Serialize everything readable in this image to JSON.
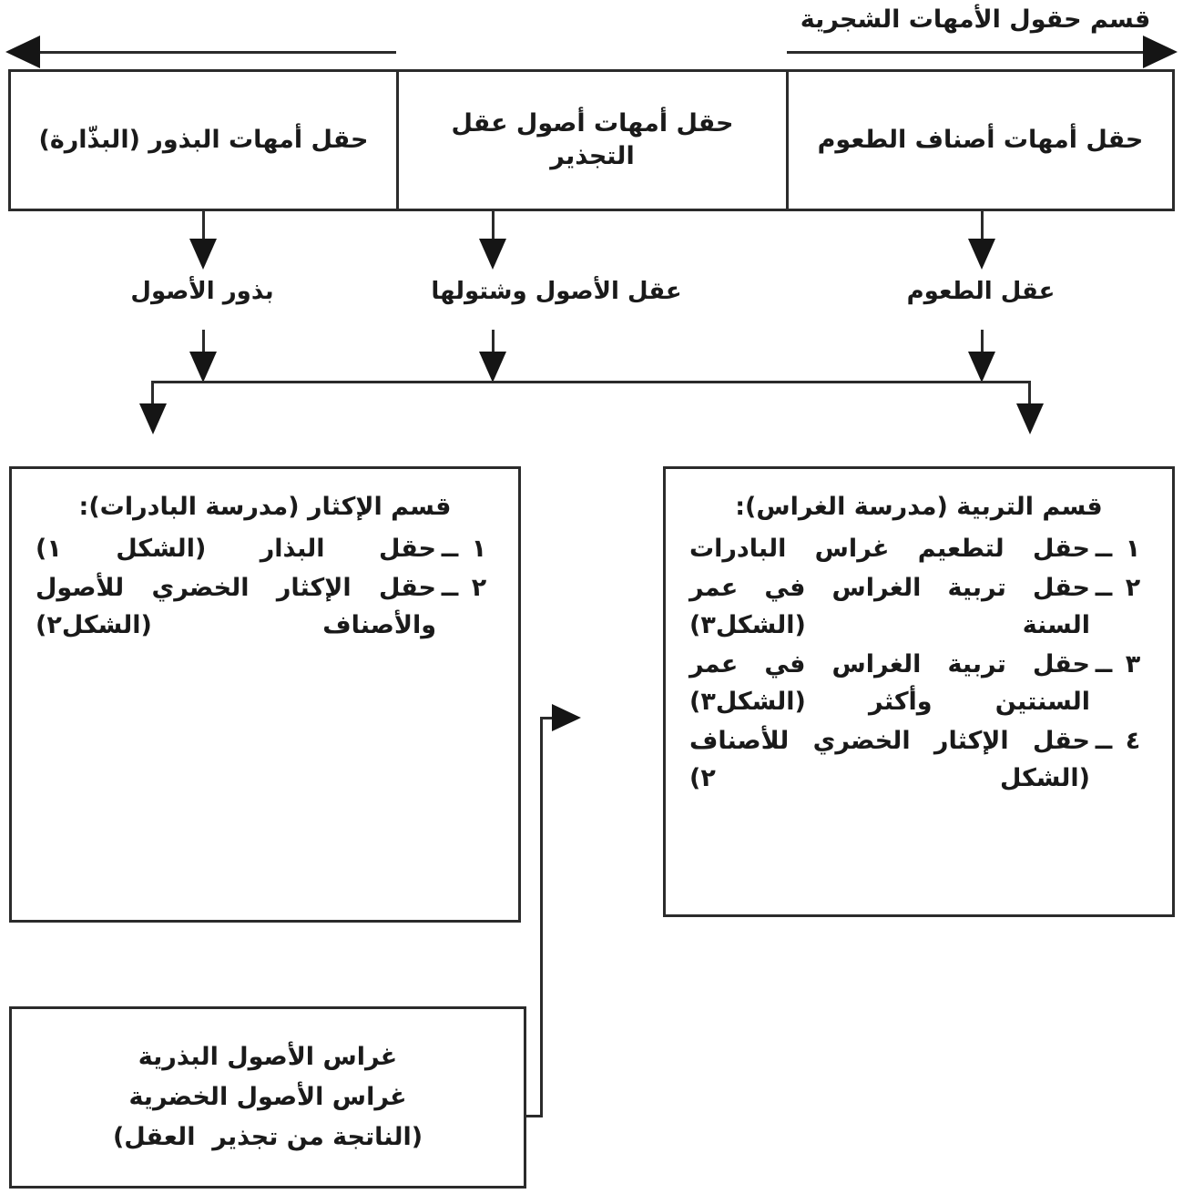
{
  "diagram": {
    "title": "قسم حقول الأمهات الشجرية",
    "top_row": {
      "boxes": [
        {
          "label": "حقل أمهات أصناف الطعوم"
        },
        {
          "label": "حقل أمهات أصول عقل التجذير"
        },
        {
          "label": "حقل أمهات البذور (البذّارة)"
        }
      ]
    },
    "flow_labels": [
      {
        "label": "عقل الطعوم"
      },
      {
        "label": "عقل الأصول وشتولها"
      },
      {
        "label": "بذور الأصول"
      }
    ],
    "sections": {
      "tarbiya": {
        "heading": "قسم التربية (مدرسة الغراس):",
        "items": [
          {
            "num": "١",
            "dash": "ــ",
            "text": "حقل لتطعيم غراس البادرات"
          },
          {
            "num": "٢",
            "dash": "ــ",
            "text": "حقل تربية الغراس في عمر السنة (الشكل٣)"
          },
          {
            "num": "٣",
            "dash": "ــ",
            "text": "حقل تربية الغراس في عمر السنتين وأكثر (الشكل٣)"
          },
          {
            "num": "٤",
            "dash": "ــ",
            "text": "حقل الإكثار الخضري للأصناف (الشكل ٢)"
          }
        ]
      },
      "ikthar": {
        "heading": "قسم الإكثار (مدرسة البادرات):",
        "items": [
          {
            "num": "١",
            "dash": "ــ",
            "text": "حقل البذار (الشكل ١)"
          },
          {
            "num": "٢",
            "dash": "ــ",
            "text": "حقل الإكثار الخضري للأصول والأصناف (الشكل٢)"
          }
        ]
      },
      "ghiras": {
        "lines": [
          "غراس الأصول البذرية",
          "غراس الأصول الخضرية",
          "(الناتجة من تجذير  العقل)"
        ]
      }
    },
    "colors": {
      "stroke": "#2b2b2b",
      "arrow": "#151515",
      "background": "#ffffff",
      "text": "#1a1a1a"
    }
  }
}
